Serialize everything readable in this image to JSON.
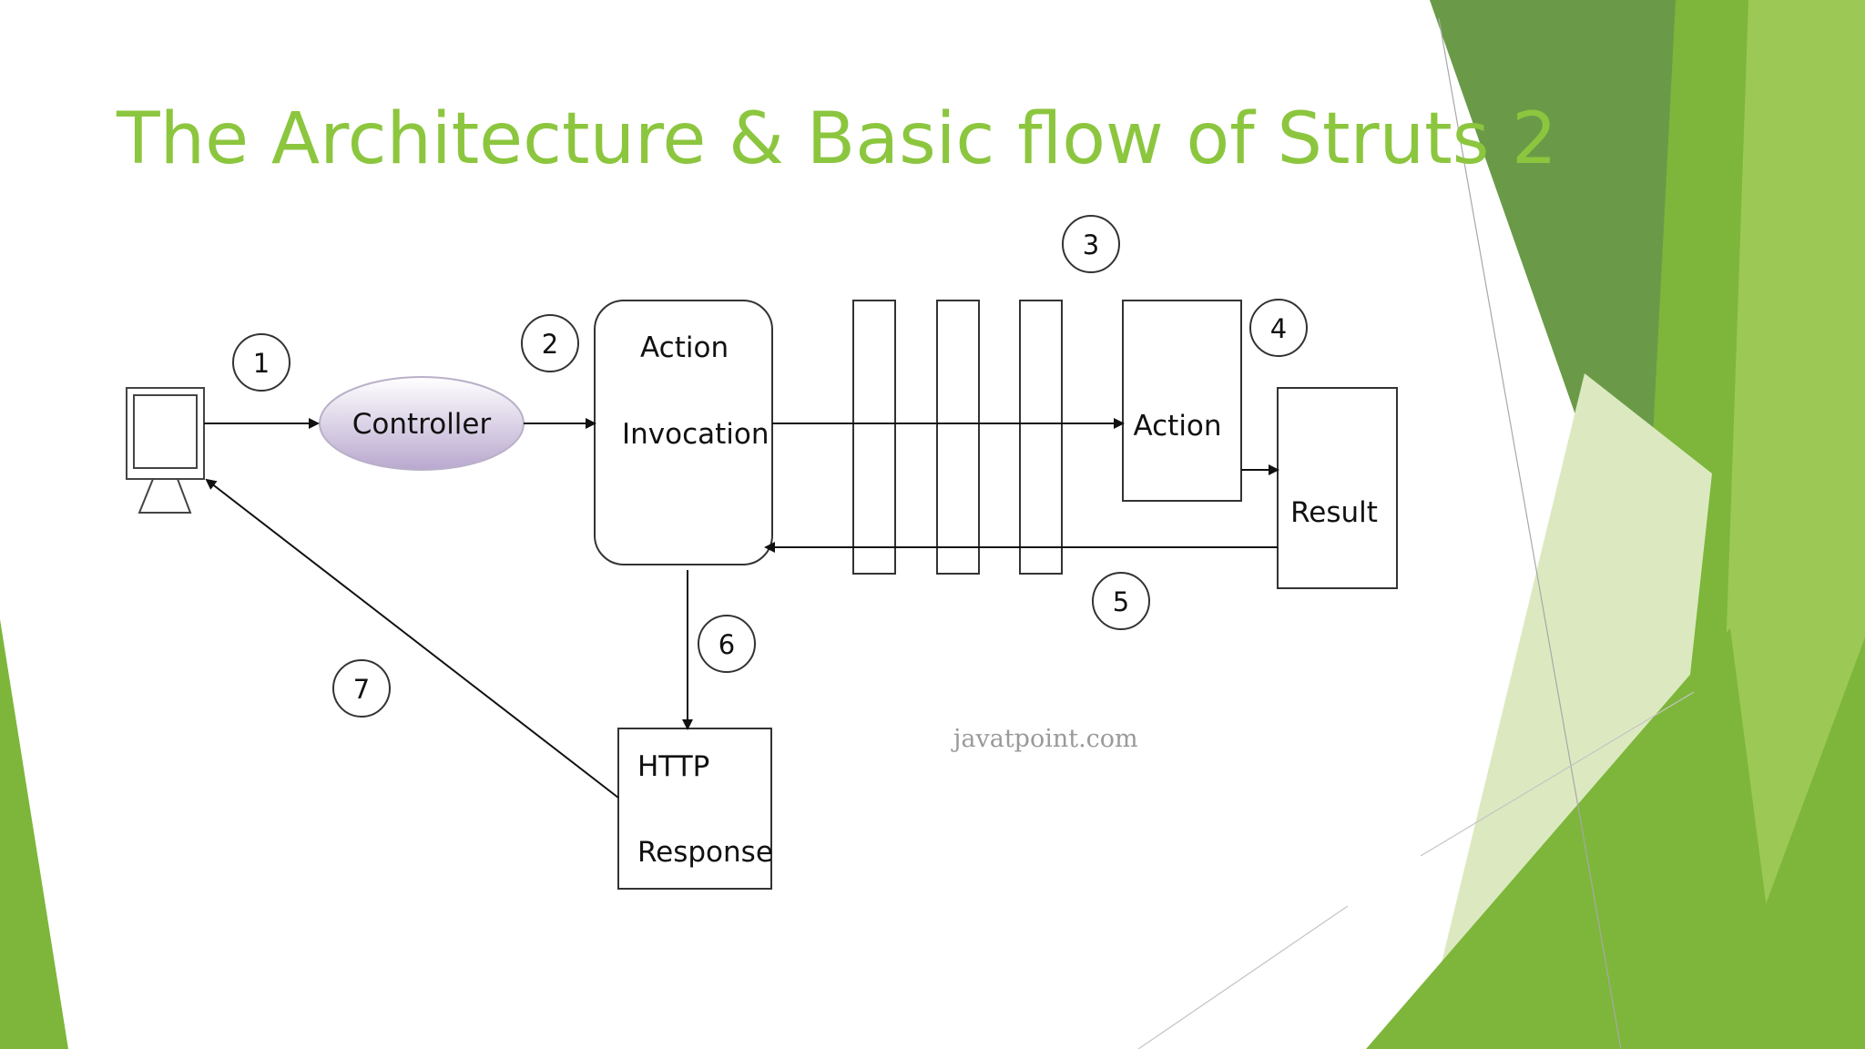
{
  "slide": {
    "title": "The Architecture & Basic flow of Struts 2"
  },
  "colors": {
    "title": "#8cc63f",
    "green_dark": "#6a9a48",
    "green_mid": "#7db63a",
    "green_light": "#9cc855",
    "green_pale": "#dce9c0",
    "ellipse_fill_top": "#ffffff",
    "ellipse_fill_bottom": "#b9a8cf"
  },
  "diagram": {
    "nodes": {
      "controller": "Controller",
      "action_invocation_line1": "Action",
      "action_invocation_line2": "Invocation",
      "action": "Action",
      "result": "Result",
      "http_response_line1": "HTTP",
      "http_response_line2": "Response"
    },
    "steps": [
      "1",
      "2",
      "3",
      "4",
      "5",
      "6",
      "7"
    ],
    "watermark": "javatpoint.com"
  }
}
